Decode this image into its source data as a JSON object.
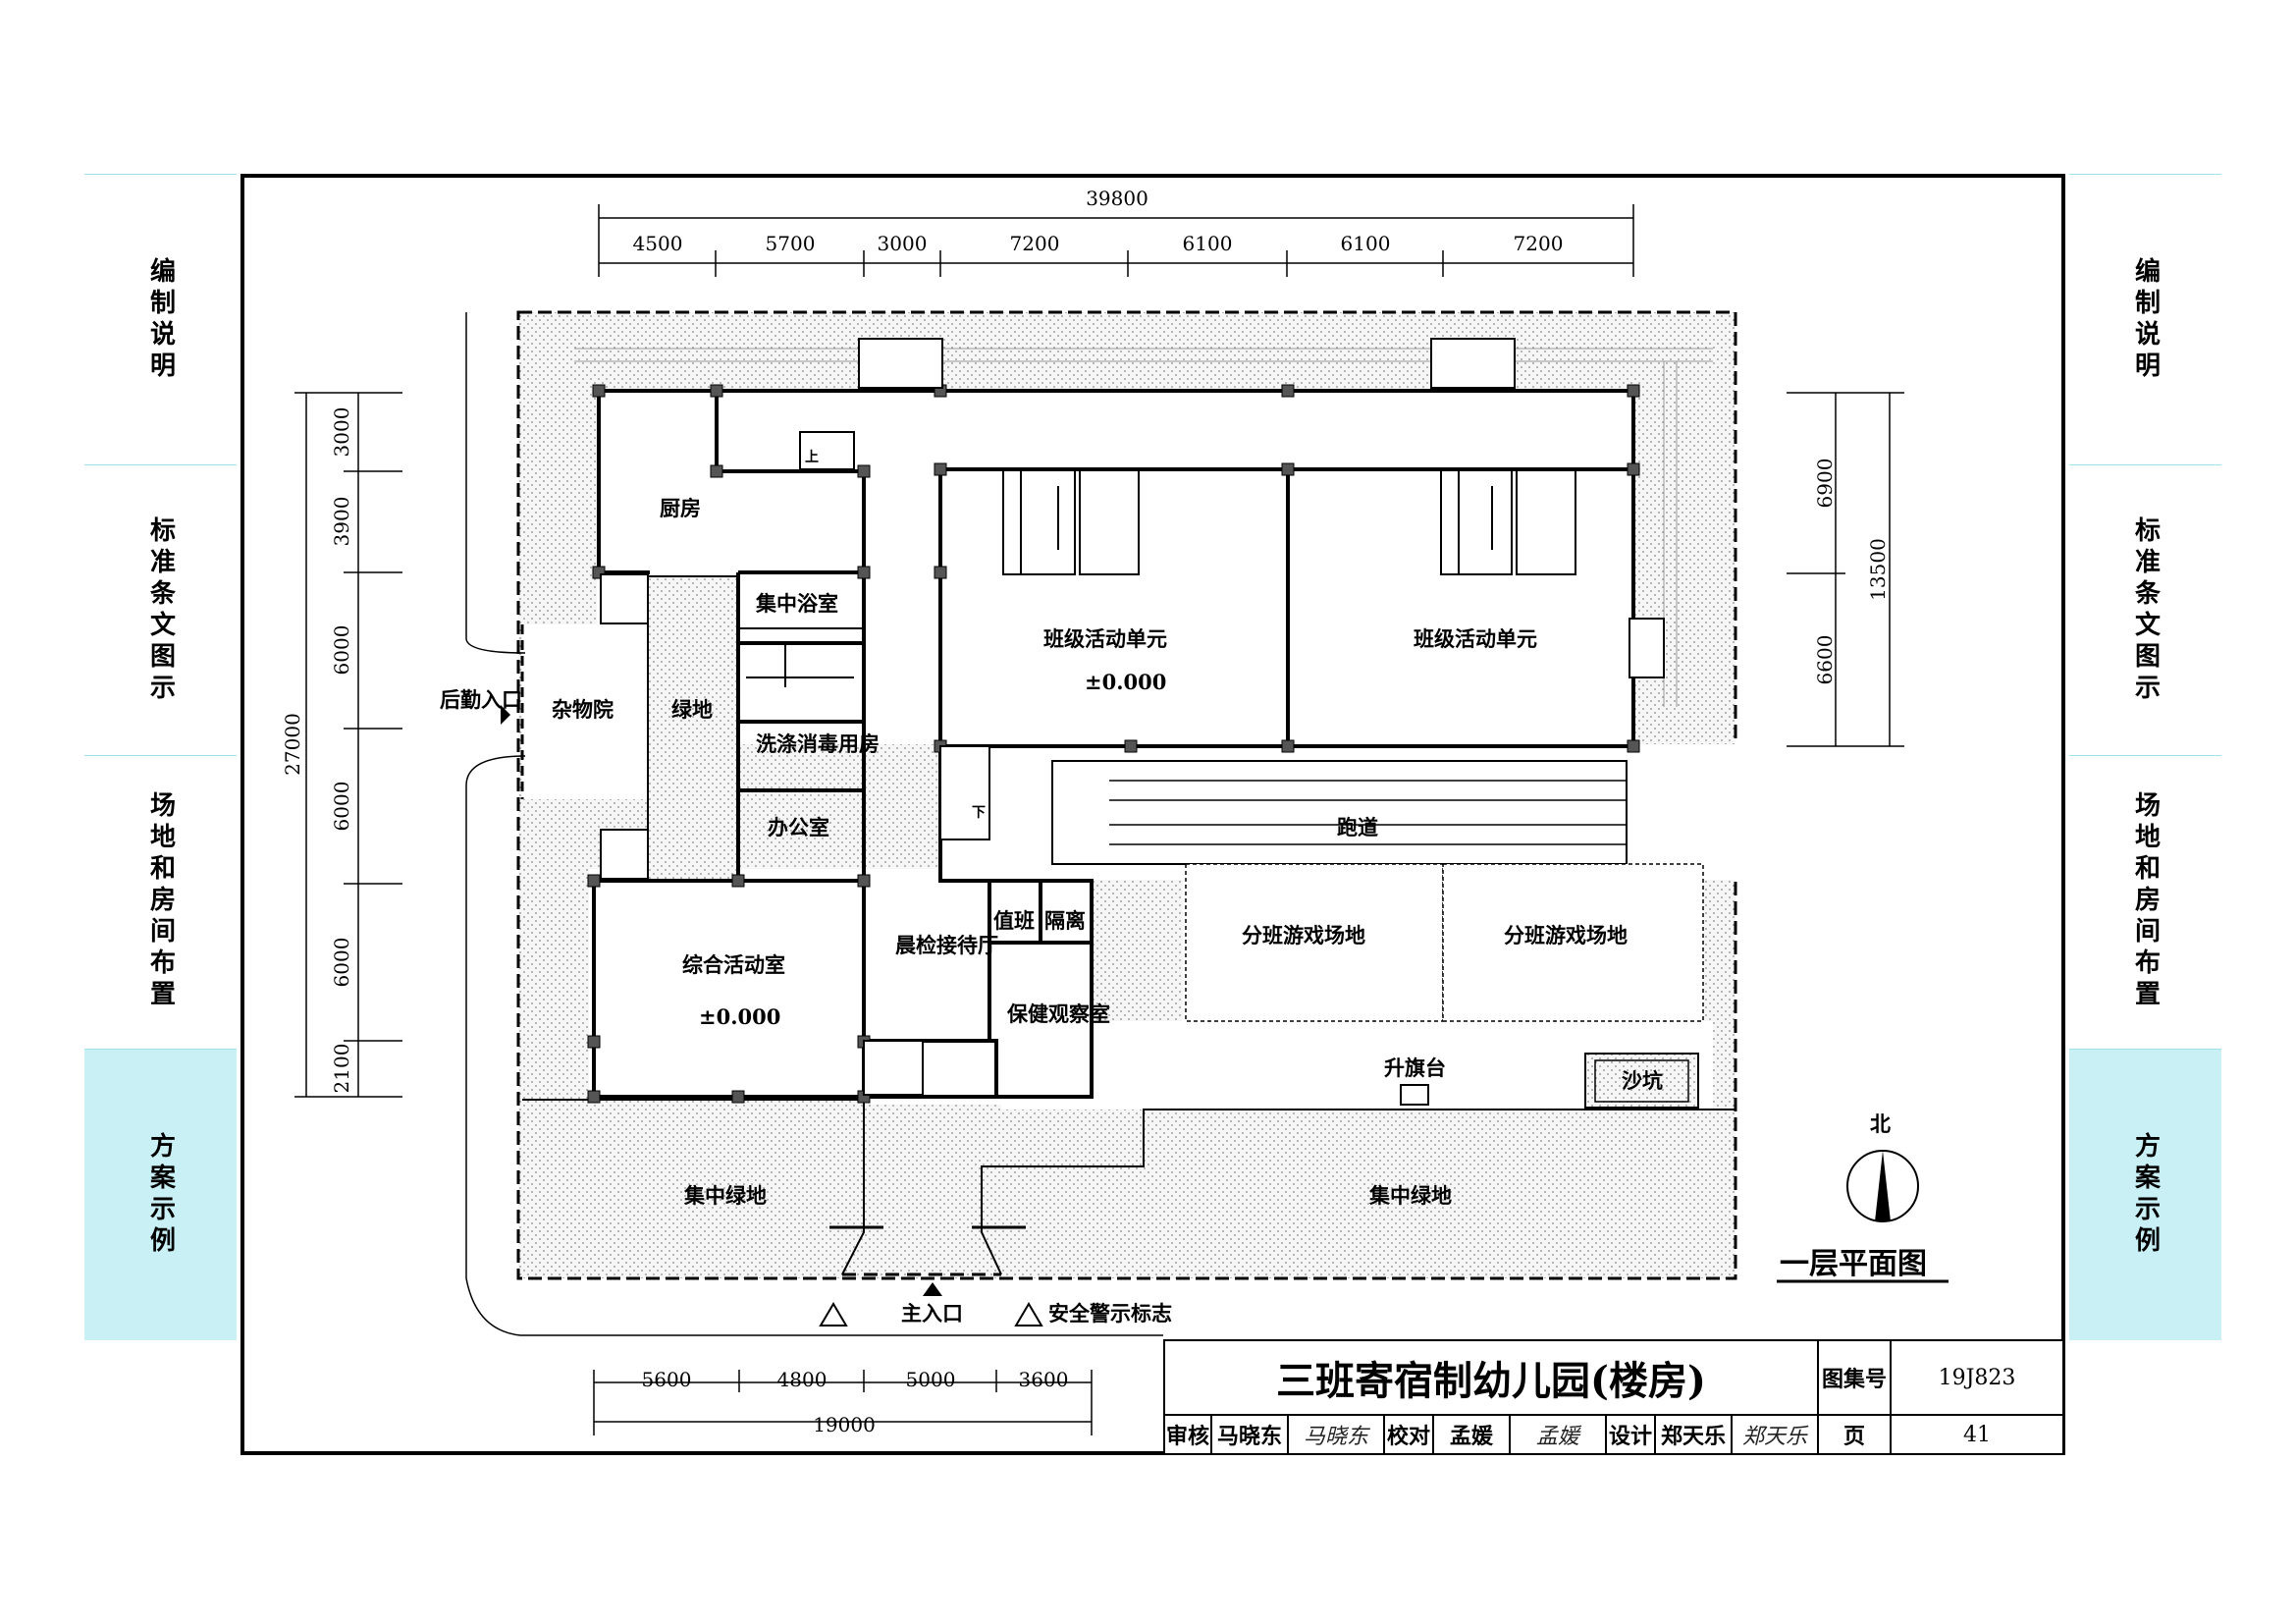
{
  "nav": {
    "items": [
      "编制说明",
      "标准条文图示",
      "场地和房间布置",
      "方案示例"
    ],
    "active_index": 3
  },
  "drawing": {
    "title": "一层平面图",
    "north_label": "北",
    "dims_top_total": "39800",
    "dims_top": [
      "4500",
      "5700",
      "3000",
      "7200",
      "6100",
      "6100",
      "7200"
    ],
    "dims_bottom": [
      "5600",
      "4800",
      "5000",
      "3600"
    ],
    "dims_bottom_total": "19000",
    "dims_left_total": "27000",
    "dims_left": [
      "3000",
      "3900",
      "6000",
      "6000",
      "6000",
      "2100"
    ],
    "dims_right": [
      "6900",
      "6600"
    ],
    "dims_right_total": "13500",
    "rooms": {
      "kitchen": "厨房",
      "bath": "集中浴室",
      "laundry": "洗涤消毒用房",
      "office": "办公室",
      "green_yard": "绿地",
      "utility_yard": "杂物院",
      "multi_room": "综合活动室",
      "reception": "晨检接待厅",
      "duty": "值班",
      "isolation": "隔离",
      "health": "保健观察室",
      "class_unit_1": "班级活动单元",
      "class_unit_2": "班级活动单元",
      "runway": "跑道",
      "play_1": "分班游戏场地",
      "play_2": "分班游戏场地",
      "flag": "升旗台",
      "sandpit": "沙坑",
      "green_1": "集中绿地",
      "green_2": "集中绿地"
    },
    "elevations": [
      "±0.000",
      "±0.000"
    ],
    "rear_entry": "后勤入口",
    "main_entry": "主入口",
    "warning_sign": "安全警示标志",
    "stair_up": "上",
    "stair_down": "下"
  },
  "titleblock": {
    "title": "三班寄宿制幼儿园(楼房)",
    "atlas_label": "图集号",
    "atlas_no": "19J823",
    "page_label": "页",
    "page_no": "41",
    "review_label": "审核",
    "reviewer": "马晓东",
    "reviewer_sig": "马晓东",
    "check_label": "校对",
    "checker": "孟媛",
    "checker_sig": "孟媛",
    "design_label": "设计",
    "designer": "郑天乐",
    "designer_sig": "郑天乐"
  }
}
